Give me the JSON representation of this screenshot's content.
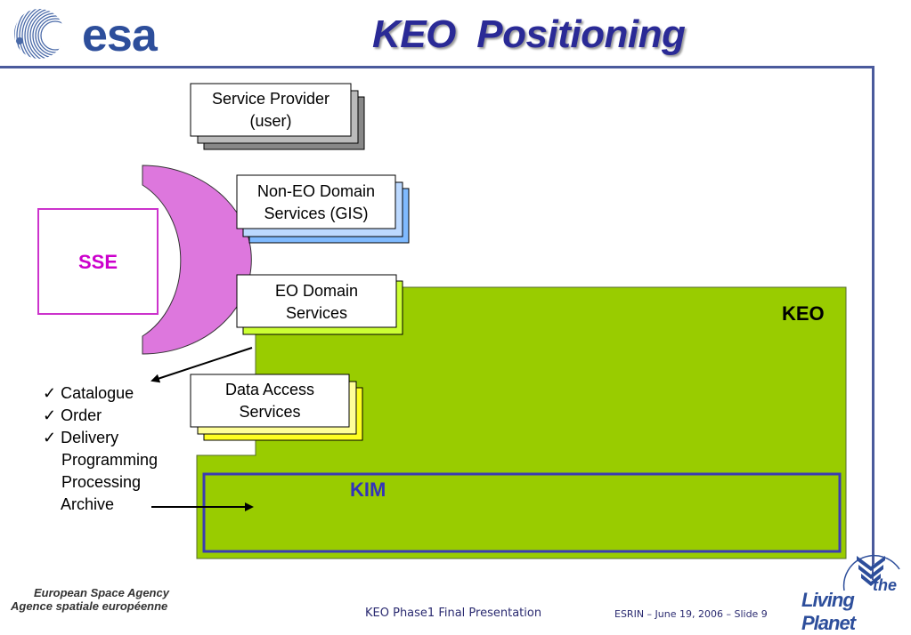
{
  "header": {
    "logo_text": "esa",
    "title": "KEO  Positioning"
  },
  "colors": {
    "brand_blue": "#2d4e9b",
    "title_blue": "#2a2a96",
    "keo_green": "#99cc00",
    "sse_magenta": "#cc00cc",
    "arc_pink": "#dd77dd",
    "kim_blue": "#3333bb"
  },
  "diagram": {
    "boxes": [
      {
        "id": "service-provider",
        "label": "Service Provider\n(user)",
        "shadow_color": "#999999"
      },
      {
        "id": "non-eo-domain",
        "label": "Non-EO Domain\nServices (GIS)",
        "shadow_color": "#99ccff"
      },
      {
        "id": "eo-domain",
        "label": "EO Domain\nServices",
        "shadow_color": "#ccff33"
      },
      {
        "id": "data-access",
        "label": "Data Access\nServices",
        "shadow_color": "#ffff66"
      }
    ],
    "sse_label": "SSE",
    "keo_label": "KEO",
    "kim_label": "KIM",
    "capabilities": [
      {
        "label": "Catalogue",
        "checked": true
      },
      {
        "label": "Order",
        "checked": true
      },
      {
        "label": "Delivery",
        "checked": true
      },
      {
        "label": "Programming",
        "checked": false
      },
      {
        "label": "Processing",
        "checked": false
      },
      {
        "label": "Archive",
        "checked": false
      }
    ],
    "check_glyph": "✓"
  },
  "footer": {
    "agency_en": "European Space Agency",
    "agency_fr": "Agence spatiale européenne",
    "presentation": "KEO Phase1 Final Presentation",
    "slide_info": "ESRIN – June 19, 2006 – Slide 9",
    "living_planet": "Living Planet",
    "the": "the"
  }
}
